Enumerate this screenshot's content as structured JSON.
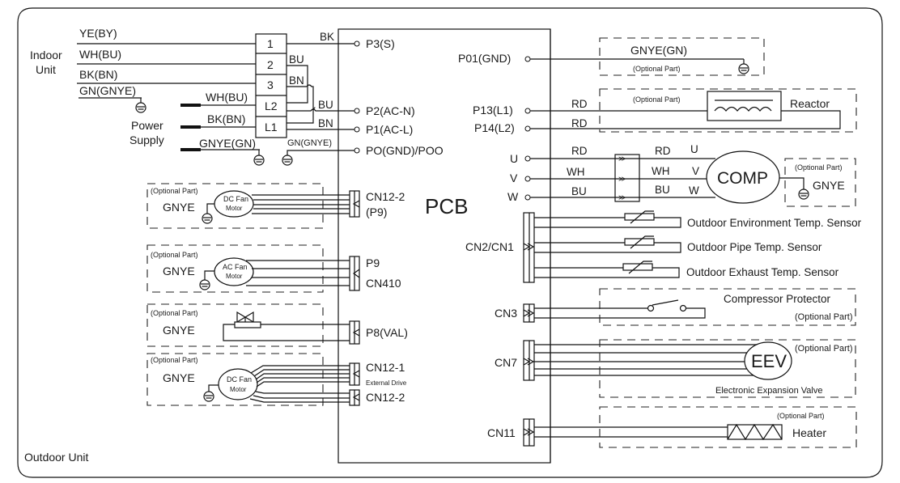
{
  "diagram": {
    "frame_label": "Outdoor Unit",
    "pcb_label": "PCB",
    "indoor_unit": {
      "label_line1": "Indoor",
      "label_line2": "Unit",
      "wires": [
        "YE(BY)",
        "WH(BU)",
        "BK(BN)",
        "GN(GNYE)"
      ]
    },
    "power_supply": {
      "label_line1": "Power",
      "label_line2": "Supply",
      "wires": [
        "WH(BU)",
        "BK(BN)",
        "GNYE(GN)"
      ]
    },
    "terminal_block": {
      "terminals": [
        "1",
        "2",
        "3",
        "L2",
        "L1"
      ],
      "jumper_labels": [
        "BK",
        "BU",
        "BN",
        "BU",
        "BN",
        "GN(GNYE)"
      ]
    },
    "pcb_left_ports": {
      "p3": "P3(S)",
      "p2": "P2(AC-N)",
      "p1": "P1(AC-L)",
      "po": "PO(GND)/POO",
      "cn12_2_top": "CN12-2",
      "cn12_2_top_sub": "(P9)",
      "p9": "P9",
      "cn410": "CN410",
      "p8": "P8(VAL)",
      "cn12_1": "CN12-1",
      "external_drive": "External Drive",
      "cn12_2_bottom": "CN12-2"
    },
    "pcb_right_ports": {
      "p01": "P01(GND)",
      "p13": "P13(L1)",
      "p14": "P14(L2)",
      "u": "U",
      "v": "V",
      "w": "W",
      "cn2_cn1": "CN2/CN1",
      "cn3": "CN3",
      "cn7": "CN7",
      "cn11": "CN11"
    },
    "left_components": [
      {
        "optional": "(Optional Part)",
        "ground": "GNYE",
        "motor_line1": "DC Fan",
        "motor_line2": "Motor"
      },
      {
        "optional": "(Optional Part)",
        "ground": "GNYE",
        "motor_line1": "AC Fan",
        "motor_line2": "Motor"
      },
      {
        "optional": "(Optional Part)",
        "ground": "GNYE"
      },
      {
        "optional": "(Optional Part)",
        "ground": "GNYE",
        "motor_line1": "DC Fan",
        "motor_line2": "Motor"
      }
    ],
    "right_components": {
      "ground": {
        "wire": "GNYE(GN)",
        "optional": "(Optional Part)"
      },
      "reactor": {
        "label": "Reactor",
        "optional": "(Optional Part)",
        "wires": [
          "RD",
          "RD"
        ]
      },
      "compressor": {
        "label": "COMP",
        "wires_in": [
          "RD",
          "WH",
          "BU"
        ],
        "wires_out": [
          "RD",
          "WH",
          "BU"
        ],
        "phases": [
          "U",
          "V",
          "W"
        ],
        "ground_optional": "(Optional Part)",
        "ground": "GNYE"
      },
      "sensors": [
        "Outdoor Environment Temp. Sensor",
        "Outdoor Pipe Temp. Sensor",
        "Outdoor Exhaust Temp. Sensor"
      ],
      "protector": {
        "label": "Compressor Protector",
        "optional": "(Optional Part)"
      },
      "eev": {
        "label": "EEV",
        "caption": "Electronic Expansion Valve",
        "optional": "(Optional Part)"
      },
      "heater": {
        "label": "Heater",
        "optional": "(Optional Part)"
      }
    }
  }
}
